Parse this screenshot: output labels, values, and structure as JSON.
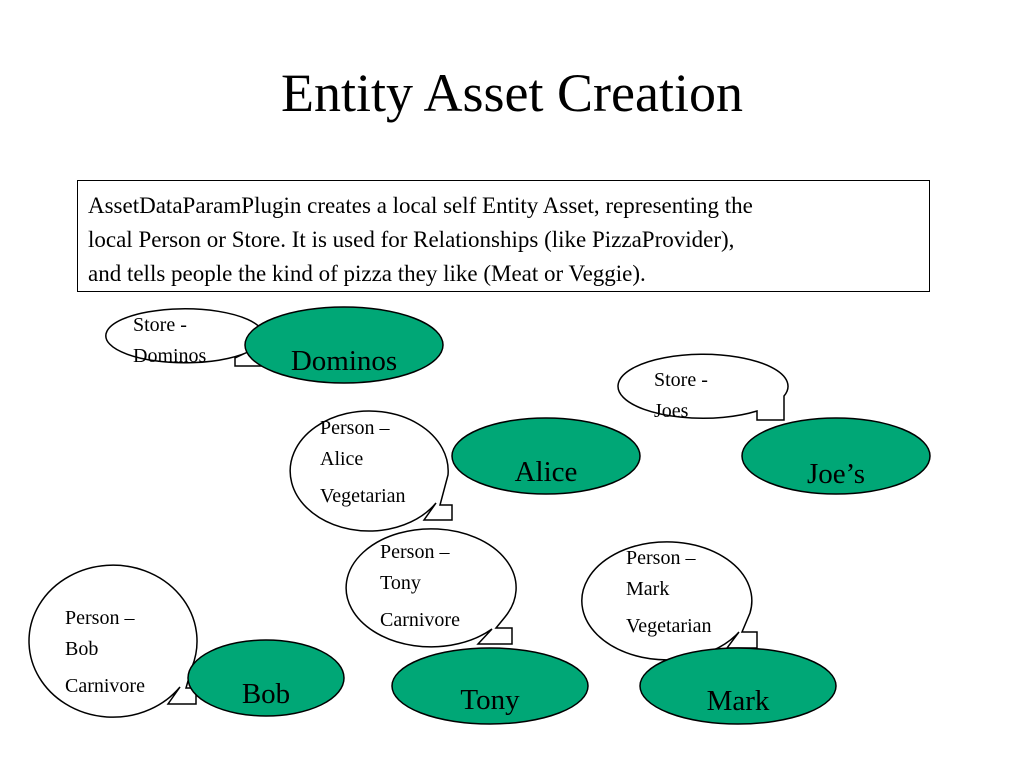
{
  "title": "Entity Asset Creation",
  "description": {
    "lines": [
      "AssetDataParamPlugin creates a local self Entity Asset, representing the",
      "local Person or Store. It is used for Relationships (like PizzaProvider),",
      "and tells people the kind of pizza they like (Meat or Veggie)."
    ]
  },
  "colors": {
    "entity_fill": "#00a776",
    "outline": "#000000",
    "background": "#ffffff"
  },
  "entities": {
    "dominos": "Dominos",
    "joes": "Joe’s",
    "alice": "Alice",
    "bob": "Bob",
    "tony": "Tony",
    "mark": "Mark"
  },
  "callouts": {
    "dominos": {
      "line1": "Store -",
      "line2": "Dominos"
    },
    "joes": {
      "line1": "Store -",
      "line2": "Joes"
    },
    "alice": {
      "line1": "Person –",
      "line2": "Alice",
      "line3": "Vegetarian"
    },
    "tony": {
      "line1": "Person –",
      "line2": "Tony",
      "line3": "Carnivore"
    },
    "mark": {
      "line1": "Person –",
      "line2": "Mark",
      "line3": "Vegetarian"
    },
    "bob": {
      "line1": "Person –",
      "line2": "Bob",
      "line3": "Carnivore"
    }
  }
}
